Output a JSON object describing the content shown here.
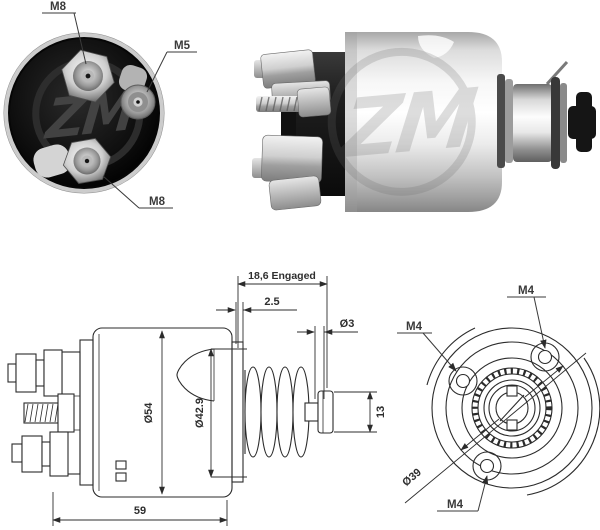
{
  "brand": {
    "watermark_text": "ZM"
  },
  "terminal_view": {
    "label_top": "M8",
    "label_right": "M5",
    "label_bottom": "M8"
  },
  "side_view": {
    "dim_engaged": "18,6 Engaged",
    "dim_offset": "2.5",
    "dim_rod_diameter": "Ø3",
    "dim_body_diameter": "Ø54",
    "dim_front_diameter": "Ø42.9",
    "dim_tip_length": "13",
    "dim_overall_length": "59"
  },
  "rear_view": {
    "label_m4_top": "M4",
    "label_m4_left": "M4",
    "label_m4_bottom": "M4",
    "dim_bolt_circle": "Ø39"
  },
  "colors": {
    "background": "#ffffff",
    "drawing_line": "#2b2b2b",
    "label_text": "#3a3a3a"
  }
}
